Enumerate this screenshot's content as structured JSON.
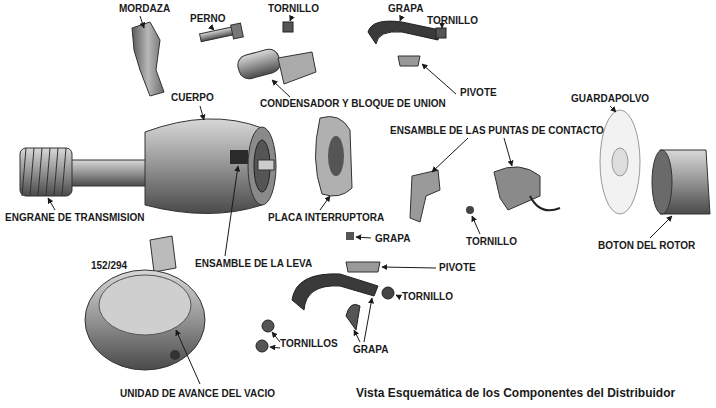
{
  "diagram": {
    "caption": "Vista Esquemática de los Componentes del Distribuidor",
    "labels": [
      "MORDAZA",
      "PERNO",
      "TORNILLO",
      "GRAPA",
      "TORNILLO",
      "CUERPO",
      "PIVOTE",
      "CONDENSADOR Y BLOQUE DE UNION",
      "GUARDAPOLVO",
      "ENSAMBLE DE LAS PUNTAS DE CONTACTO",
      "ENGRANE DE TRANSMISION",
      "PLACA INTERRUPTORA",
      "ENSAMBLE DE LA LEVA",
      "GRAPA",
      "TORNILLO",
      "BOTON DEL ROTOR",
      "152/294",
      "PIVOTE",
      "TORNILLO",
      "GRAPA",
      "TORNILLOS",
      "UNIDAD DE AVANCE DEL VACIO"
    ]
  }
}
